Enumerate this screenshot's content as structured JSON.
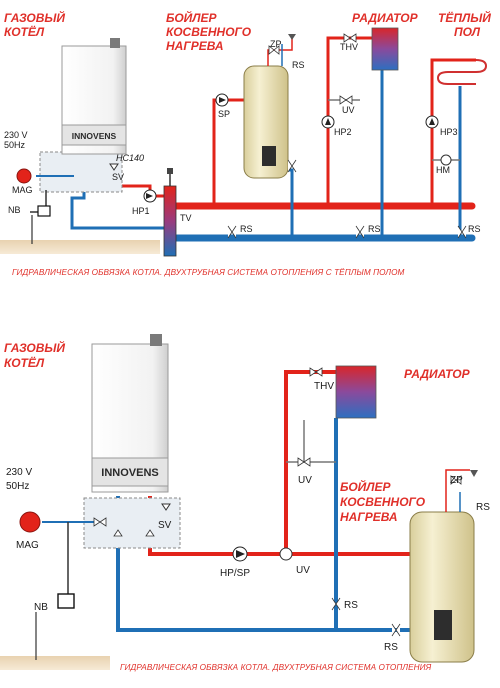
{
  "top": {
    "labels": {
      "boiler_title": [
        "ГАЗОВЫЙ",
        "КОТЁЛ"
      ],
      "tank_title": [
        "БОЙЛЕР",
        "КОСВЕННОГО",
        "НАГРЕВА"
      ],
      "radiator_title": "РАДИАТОР",
      "floor_title": [
        "ТЁПЛЫЙ",
        "ПОЛ"
      ],
      "brand": "INNOVENS",
      "power": [
        "230 V",
        "50Hz"
      ],
      "mag": "MAG",
      "nb": "NB",
      "sv": "SV",
      "hc": "HC140",
      "hp1": "HP1",
      "tv": "TV",
      "sp": "SP",
      "zp": "ZP",
      "rs": "RS",
      "thv": "THV",
      "uv": "UV",
      "hp2": "HP2",
      "hp3": "HP3",
      "hm": "HM"
    },
    "caption": "ГИДРАВЛИЧЕСКАЯ ОБВЯЗКА КОТЛА. ДВУХТРУБНАЯ СИСТЕМА ОТОПЛЕНИЯ С ТЁПЛЫМ ПОЛОМ"
  },
  "bottom": {
    "labels": {
      "boiler_title": [
        "ГАЗОВЫЙ",
        "КОТЁЛ"
      ],
      "radiator_title": "РАДИАТОР",
      "tank_title": [
        "БОЙЛЕР",
        "КОСВЕННОГО",
        "НАГРЕВА"
      ],
      "brand": "INNOVENS",
      "power": [
        "230 V",
        "50Hz"
      ],
      "mag": "MAG",
      "nb": "NB",
      "sv": "SV",
      "thv": "THV",
      "uv": "UV",
      "hpsp": "HP/SP",
      "rs": "RS",
      "zp": "ZP"
    },
    "caption": "ГИДРАВЛИЧЕСКАЯ ОБВЯЗКА КОТЛА. ДВУХТРУБНАЯ СИСТЕМА ОТОПЛЕНИЯ"
  },
  "colors": {
    "supply": "#e2231a",
    "return": "#1f6fb5",
    "title": "#e0302a",
    "tank": "#f3ecc6"
  }
}
